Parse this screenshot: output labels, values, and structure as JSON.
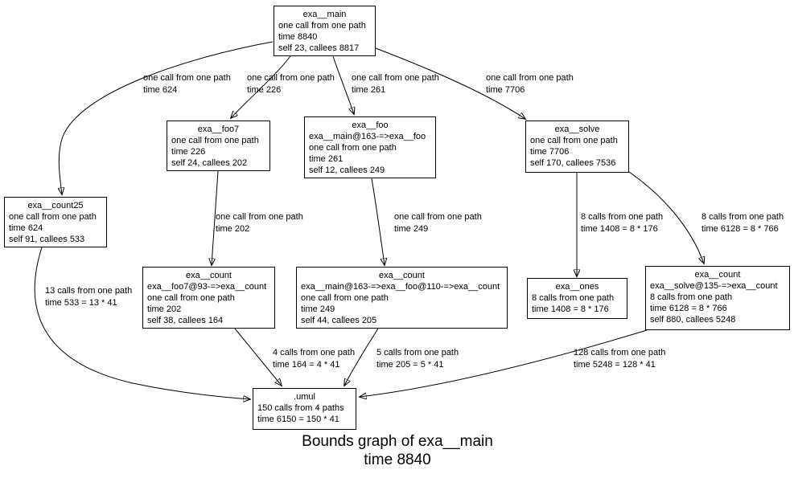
{
  "diagram": {
    "title_line1": "Bounds graph of exa__main",
    "title_line2": "time 8840"
  },
  "colors": {
    "background": "#ffffff",
    "node_border": "#000000",
    "edge_stroke": "#000000",
    "text": "#000000"
  },
  "nodes": [
    {
      "id": "exa__main",
      "title": "exa__main",
      "lines": [
        "one call from one path",
        "time 8840",
        "self 23, callees 8817"
      ]
    },
    {
      "id": "exa__foo7",
      "title": "exa__foo7",
      "lines": [
        "one call from one path",
        "time 226",
        "self 24, callees 202"
      ]
    },
    {
      "id": "exa__foo",
      "title": "exa__foo",
      "lines": [
        "exa__main@163-=>exa__foo",
        "one call from one path",
        "time 261",
        "self 12, callees 249"
      ]
    },
    {
      "id": "exa__solve",
      "title": "exa__solve",
      "lines": [
        "one call from one path",
        "time 7706",
        "self 170, callees 7536"
      ]
    },
    {
      "id": "exa__count25",
      "title": "exa__count25",
      "lines": [
        "one call from one path",
        "time 624",
        "self 91, callees 533"
      ]
    },
    {
      "id": "exa__count_foo7",
      "title": "exa__count",
      "lines": [
        "exa__foo7@93-=>exa__count",
        "one call from one path",
        "time 202",
        "self 38, callees 164"
      ]
    },
    {
      "id": "exa__count_foo",
      "title": "exa__count",
      "lines": [
        "exa__main@163-=>exa__foo@110-=>exa__count",
        "one call from one path",
        "time 249",
        "self 44, callees 205"
      ]
    },
    {
      "id": "exa__ones",
      "title": "exa__ones",
      "lines": [
        "8 calls from one path",
        "time 1408 = 8 * 176"
      ]
    },
    {
      "id": "exa__count_solve",
      "title": "exa__count",
      "lines": [
        "exa__solve@135-=>exa__count",
        "8 calls from one path",
        "time 6128 = 8 * 766",
        "self 880, callees 5248"
      ]
    },
    {
      "id": ".umul",
      "title": ".umul",
      "lines": [
        "150 calls from 4 paths",
        "time 6150 = 150 * 41"
      ]
    }
  ],
  "edges": [
    {
      "from": "exa__main",
      "to": "exa__count25",
      "label": [
        "one call from one path",
        "time 624"
      ]
    },
    {
      "from": "exa__main",
      "to": "exa__foo7",
      "label": [
        "one call from one path",
        "time 226"
      ]
    },
    {
      "from": "exa__main",
      "to": "exa__foo",
      "label": [
        "one call from one path",
        "time 261"
      ]
    },
    {
      "from": "exa__main",
      "to": "exa__solve",
      "label": [
        "one call from one path",
        "time 7706"
      ]
    },
    {
      "from": "exa__foo7",
      "to": "exa__count_foo7",
      "label": [
        "one call from one path",
        "time 202"
      ]
    },
    {
      "from": "exa__foo",
      "to": "exa__count_foo",
      "label": [
        "one call from one path",
        "time 249"
      ]
    },
    {
      "from": "exa__solve",
      "to": "exa__ones",
      "label": [
        "8 calls from one path",
        "time 1408 = 8 * 176"
      ]
    },
    {
      "from": "exa__solve",
      "to": "exa__count_solve",
      "label": [
        "8 calls from one path",
        "time 6128 = 8 * 766"
      ]
    },
    {
      "from": "exa__count25",
      "to": ".umul",
      "label": [
        "13 calls from one path",
        "time 533 = 13 * 41"
      ]
    },
    {
      "from": "exa__count_foo7",
      "to": ".umul",
      "label": [
        "4 calls from one path",
        "time 164 = 4 * 41"
      ]
    },
    {
      "from": "exa__count_foo",
      "to": ".umul",
      "label": [
        "5 calls from one path",
        "time 205 = 5 * 41"
      ]
    },
    {
      "from": "exa__count_solve",
      "to": ".umul",
      "label": [
        "128 calls from one path",
        "time 5248 = 128 * 41"
      ]
    }
  ]
}
